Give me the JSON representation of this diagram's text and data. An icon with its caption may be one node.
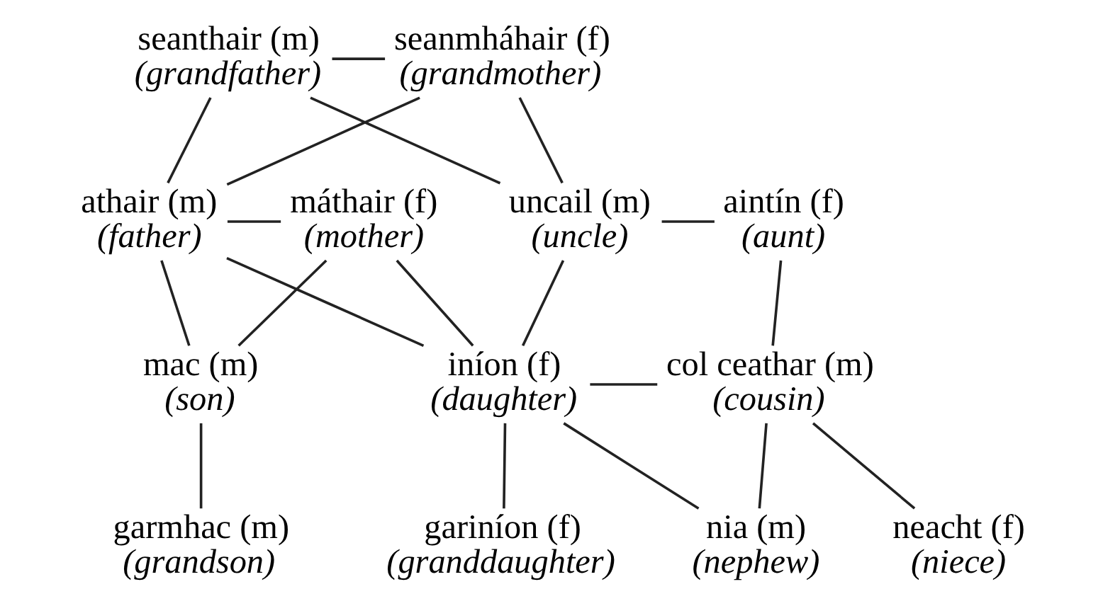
{
  "diagram": {
    "nodes": [
      {
        "text": [
          "seanthair (m)",
          "(grandfather)"
        ]
      },
      {
        "text": [
          "seanmháhair (f)",
          "(grandmother)"
        ]
      },
      {
        "text": [
          "athair (m)",
          "(father)"
        ]
      },
      {
        "text": [
          "máthair (f)",
          "(mother)"
        ]
      },
      {
        "text": [
          "uncail (m)",
          "(uncle)"
        ]
      },
      {
        "text": [
          "aintín (f)",
          "(aunt)"
        ]
      },
      {
        "text": [
          "mac (m)",
          "(son)"
        ]
      },
      {
        "text": [
          "iníon (f)",
          "(daughter)"
        ]
      },
      {
        "text": [
          "col ceathar (m)",
          "(cousin)"
        ]
      },
      {
        "text": [
          "garmhac (m)",
          "(grandson)"
        ]
      },
      {
        "text": [
          "gariníon (f)",
          "(granddaughter)"
        ]
      },
      {
        "text": [
          "nia (m)",
          "(nephew)"
        ]
      },
      {
        "text": [
          "neacht (f)",
          "(niece)"
        ]
      }
    ],
    "edges": [
      {
        "from": 0,
        "to": 1,
        "arrow": "none"
      },
      {
        "from": 0,
        "to": 2,
        "arrow": "none"
      },
      {
        "from": 1,
        "to": 2,
        "arrow": "none"
      },
      {
        "from": 0,
        "to": 4,
        "arrow": "none"
      },
      {
        "from": 1,
        "to": 4,
        "arrow": "none"
      },
      {
        "from": 2,
        "to": 3,
        "arrow": "none"
      },
      {
        "from": 4,
        "to": 5,
        "arrow": "none"
      },
      {
        "from": 2,
        "to": 6,
        "arrow": "none"
      },
      {
        "from": 3,
        "to": 6,
        "arrow": "none"
      },
      {
        "from": 2,
        "to": 7,
        "arrow": "none"
      },
      {
        "from": 3,
        "to": 7,
        "arrow": "none"
      },
      {
        "from": 7,
        "to": 4,
        "arrow": "none"
      },
      {
        "from": 7,
        "to": 8,
        "arrow": "none"
      },
      {
        "from": 7,
        "to": 11,
        "arrow": "none"
      },
      {
        "from": 5,
        "to": 8,
        "arrow": "none"
      },
      {
        "from": 6,
        "to": 9,
        "arrow": "none"
      },
      {
        "from": 7,
        "to": 10,
        "arrow": "none"
      },
      {
        "from": 8,
        "to": 11,
        "arrow": "none"
      },
      {
        "from": 8,
        "to": 12,
        "arrow": "none"
      }
    ]
  }
}
